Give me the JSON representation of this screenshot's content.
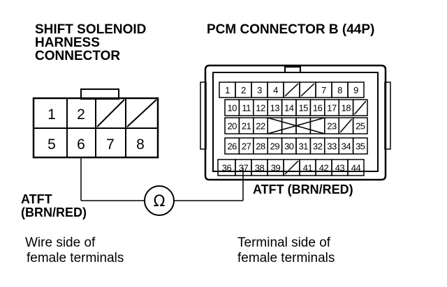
{
  "shift_solenoid_connector": {
    "title_lines": [
      "SHIFT SOLENOID",
      "HARNESS",
      "CONNECTOR"
    ],
    "top_row": [
      "1",
      "2",
      "",
      ""
    ],
    "bottom_row": [
      "5",
      "6",
      "7",
      "8"
    ],
    "wire_label_lines": [
      "ATFT",
      "(BRN/RED)"
    ],
    "caption_lines": [
      "Wire side of",
      "female terminals"
    ]
  },
  "pcm_connector": {
    "title": "PCM CONNECTOR B (44P)",
    "rows": [
      [
        "1",
        "2",
        "3",
        "4",
        "",
        "",
        "7",
        "8",
        "9"
      ],
      [
        "10",
        "11",
        "12",
        "13",
        "14",
        "15",
        "16",
        "17",
        "18",
        ""
      ],
      [
        "20",
        "21",
        "22",
        "",
        "",
        "",
        "",
        "23",
        "",
        "25"
      ],
      [
        "26",
        "27",
        "28",
        "29",
        "30",
        "31",
        "32",
        "33",
        "34",
        "35"
      ],
      [
        "36",
        "37",
        "38",
        "39",
        "",
        "41",
        "42",
        "43",
        "44"
      ]
    ],
    "wire_label": "ATFT (BRN/RED)",
    "caption_lines": [
      "Terminal side of",
      "female terminals"
    ]
  },
  "meter": {
    "symbol": "Ω",
    "icon": "ohmmeter-icon"
  }
}
